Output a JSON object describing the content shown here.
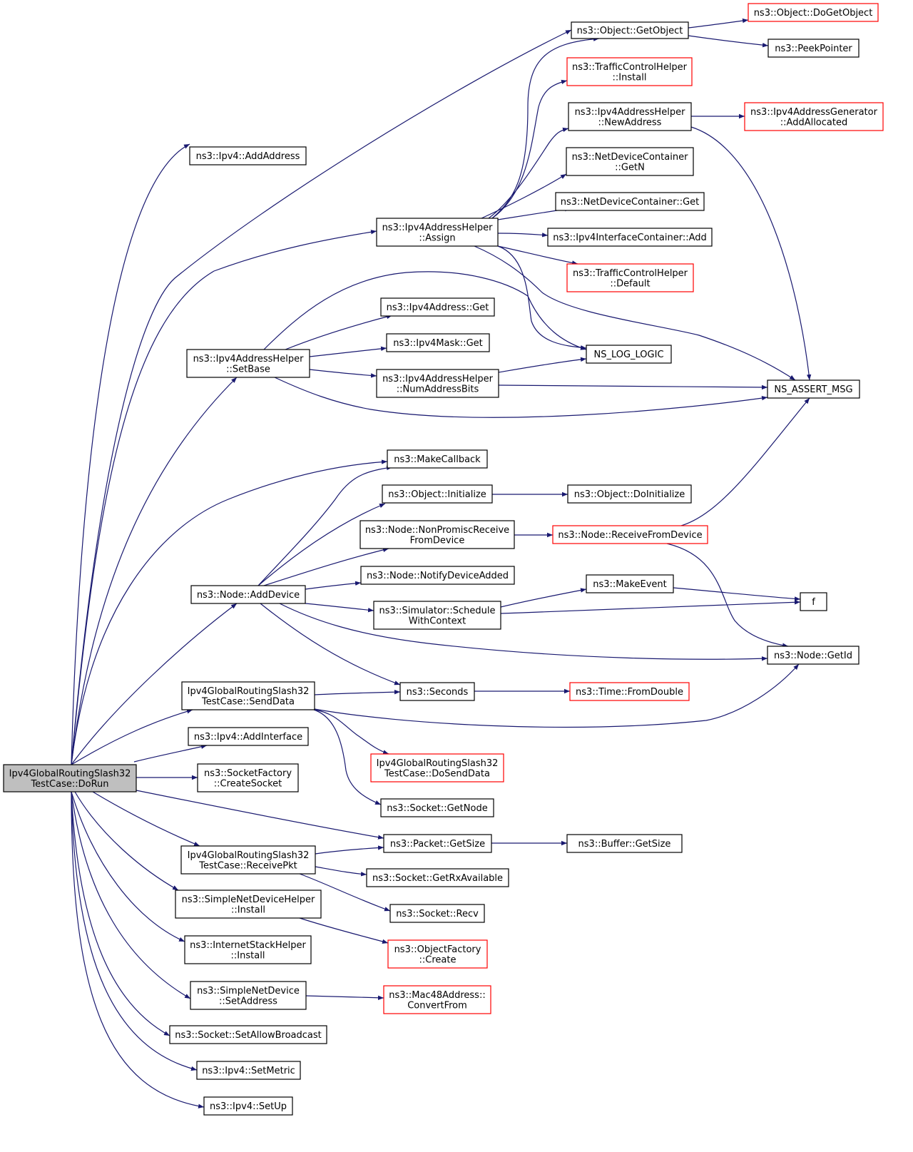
{
  "colors": {
    "edge": "#191970",
    "node_border": "#000000",
    "node_border_truncated": "#ff0000",
    "root_fill": "#bfbfbf",
    "node_fill": "#ffffff",
    "text": "#000000"
  },
  "nodes": [
    {
      "id": "root",
      "lines": [
        "Ipv4GlobalRoutingSlash32",
        "TestCase::DoRun"
      ],
      "style": "root"
    },
    {
      "id": "getobject",
      "lines": [
        "ns3::Object::GetObject"
      ],
      "style": "normal"
    },
    {
      "id": "dogetobject",
      "lines": [
        "ns3::Object::DoGetObject"
      ],
      "style": "truncated"
    },
    {
      "id": "peekpointer",
      "lines": [
        "ns3::PeekPointer"
      ],
      "style": "normal"
    },
    {
      "id": "tchinstall",
      "lines": [
        "ns3::TrafficControlHelper",
        "::Install"
      ],
      "style": "truncated"
    },
    {
      "id": "newaddress",
      "lines": [
        "ns3::Ipv4AddressHelper",
        "::NewAddress"
      ],
      "style": "normal"
    },
    {
      "id": "addallocated",
      "lines": [
        "ns3::Ipv4AddressGenerator",
        "::AddAllocated"
      ],
      "style": "truncated"
    },
    {
      "id": "ipv4addaddress",
      "lines": [
        "ns3::Ipv4::AddAddress"
      ],
      "style": "normal"
    },
    {
      "id": "ndcgetn",
      "lines": [
        "ns3::NetDeviceContainer",
        "::GetN"
      ],
      "style": "normal"
    },
    {
      "id": "ndcget",
      "lines": [
        "ns3::NetDeviceContainer::Get"
      ],
      "style": "normal"
    },
    {
      "id": "assign",
      "lines": [
        "ns3::Ipv4AddressHelper",
        "::Assign"
      ],
      "style": "normal"
    },
    {
      "id": "iicadd",
      "lines": [
        "ns3::Ipv4InterfaceContainer::Add"
      ],
      "style": "normal"
    },
    {
      "id": "tchdefault",
      "lines": [
        "ns3::TrafficControlHelper",
        "::Default"
      ],
      "style": "truncated"
    },
    {
      "id": "ipv4addrget",
      "lines": [
        "ns3::Ipv4Address::Get"
      ],
      "style": "normal"
    },
    {
      "id": "ipv4maskget",
      "lines": [
        "ns3::Ipv4Mask::Get"
      ],
      "style": "normal"
    },
    {
      "id": "setbase",
      "lines": [
        "ns3::Ipv4AddressHelper",
        "::SetBase"
      ],
      "style": "normal"
    },
    {
      "id": "nslog",
      "lines": [
        "NS_LOG_LOGIC"
      ],
      "style": "normal"
    },
    {
      "id": "numaddrbits",
      "lines": [
        "ns3::Ipv4AddressHelper",
        "::NumAddressBits"
      ],
      "style": "normal"
    },
    {
      "id": "nsassert",
      "lines": [
        "NS_ASSERT_MSG"
      ],
      "style": "normal"
    },
    {
      "id": "makecallback",
      "lines": [
        "ns3::MakeCallback"
      ],
      "style": "normal"
    },
    {
      "id": "objinit",
      "lines": [
        "ns3::Object::Initialize"
      ],
      "style": "normal"
    },
    {
      "id": "doinit",
      "lines": [
        "ns3::Object::DoInitialize"
      ],
      "style": "normal"
    },
    {
      "id": "nonpromisc",
      "lines": [
        "ns3::Node::NonPromiscReceive",
        "FromDevice"
      ],
      "style": "normal"
    },
    {
      "id": "recvfromdev",
      "lines": [
        "ns3::Node::ReceiveFromDevice"
      ],
      "style": "truncated"
    },
    {
      "id": "notifydev",
      "lines": [
        "ns3::Node::NotifyDeviceAdded"
      ],
      "style": "normal"
    },
    {
      "id": "makeevent",
      "lines": [
        "ns3::MakeEvent"
      ],
      "style": "normal"
    },
    {
      "id": "adddevice",
      "lines": [
        "ns3::Node::AddDevice"
      ],
      "style": "normal"
    },
    {
      "id": "f",
      "lines": [
        "f"
      ],
      "style": "normal"
    },
    {
      "id": "schedctx",
      "lines": [
        "ns3::Simulator::Schedule",
        "WithContext"
      ],
      "style": "normal"
    },
    {
      "id": "nodegetid",
      "lines": [
        "ns3::Node::GetId"
      ],
      "style": "normal"
    },
    {
      "id": "senddata",
      "lines": [
        "Ipv4GlobalRoutingSlash32",
        "TestCase::SendData"
      ],
      "style": "normal"
    },
    {
      "id": "seconds",
      "lines": [
        "ns3::Seconds"
      ],
      "style": "normal"
    },
    {
      "id": "fromdouble",
      "lines": [
        "ns3::Time::FromDouble"
      ],
      "style": "truncated"
    },
    {
      "id": "addinterface",
      "lines": [
        "ns3::Ipv4::AddInterface"
      ],
      "style": "normal"
    },
    {
      "id": "dosenddata",
      "lines": [
        "Ipv4GlobalRoutingSlash32",
        "TestCase::DoSendData"
      ],
      "style": "truncated"
    },
    {
      "id": "createsocket",
      "lines": [
        "ns3::SocketFactory",
        "::CreateSocket"
      ],
      "style": "normal"
    },
    {
      "id": "sockgetnode",
      "lines": [
        "ns3::Socket::GetNode"
      ],
      "style": "normal"
    },
    {
      "id": "pktgetsize",
      "lines": [
        "ns3::Packet::GetSize"
      ],
      "style": "normal"
    },
    {
      "id": "bufgetsize",
      "lines": [
        "ns3::Buffer::GetSize"
      ],
      "style": "normal"
    },
    {
      "id": "receivepkt",
      "lines": [
        "Ipv4GlobalRoutingSlash32",
        "TestCase::ReceivePkt"
      ],
      "style": "normal"
    },
    {
      "id": "getrxavail",
      "lines": [
        "ns3::Socket::GetRxAvailable"
      ],
      "style": "normal"
    },
    {
      "id": "sndhinstall",
      "lines": [
        "ns3::SimpleNetDeviceHelper",
        "::Install"
      ],
      "style": "normal"
    },
    {
      "id": "sockrecv",
      "lines": [
        "ns3::Socket::Recv"
      ],
      "style": "normal"
    },
    {
      "id": "ofcreate",
      "lines": [
        "ns3::ObjectFactory",
        "::Create"
      ],
      "style": "truncated"
    },
    {
      "id": "ishinstall",
      "lines": [
        "ns3::InternetStackHelper",
        "::Install"
      ],
      "style": "normal"
    },
    {
      "id": "sndsetaddr",
      "lines": [
        "ns3::SimpleNetDevice",
        "::SetAddress"
      ],
      "style": "normal"
    },
    {
      "id": "convertfrom",
      "lines": [
        "ns3::Mac48Address::",
        "ConvertFrom"
      ],
      "style": "truncated"
    },
    {
      "id": "setallowbc",
      "lines": [
        "ns3::Socket::SetAllowBroadcast"
      ],
      "style": "normal"
    },
    {
      "id": "setmetric",
      "lines": [
        "ns3::Ipv4::SetMetric"
      ],
      "style": "normal"
    },
    {
      "id": "setup",
      "lines": [
        "ns3::Ipv4::SetUp"
      ],
      "style": "normal"
    }
  ],
  "edges": [
    [
      "root",
      "ipv4addaddress"
    ],
    [
      "root",
      "getobject"
    ],
    [
      "root",
      "assign"
    ],
    [
      "root",
      "setbase"
    ],
    [
      "root",
      "makecallback"
    ],
    [
      "root",
      "adddevice"
    ],
    [
      "root",
      "senddata"
    ],
    [
      "root",
      "addinterface"
    ],
    [
      "root",
      "createsocket"
    ],
    [
      "root",
      "pktgetsize"
    ],
    [
      "root",
      "receivepkt"
    ],
    [
      "root",
      "sndhinstall"
    ],
    [
      "root",
      "ishinstall"
    ],
    [
      "root",
      "sndsetaddr"
    ],
    [
      "root",
      "setallowbc"
    ],
    [
      "root",
      "setmetric"
    ],
    [
      "root",
      "setup"
    ],
    [
      "getobject",
      "dogetobject"
    ],
    [
      "getobject",
      "peekpointer"
    ],
    [
      "assign",
      "getobject"
    ],
    [
      "assign",
      "tchinstall"
    ],
    [
      "assign",
      "newaddress"
    ],
    [
      "assign",
      "ndcgetn"
    ],
    [
      "assign",
      "ndcget"
    ],
    [
      "assign",
      "iicadd"
    ],
    [
      "assign",
      "tchdefault"
    ],
    [
      "assign",
      "nslog"
    ],
    [
      "assign",
      "nsassert"
    ],
    [
      "newaddress",
      "addallocated"
    ],
    [
      "newaddress",
      "nsassert"
    ],
    [
      "setbase",
      "ipv4addrget"
    ],
    [
      "setbase",
      "ipv4maskget"
    ],
    [
      "setbase",
      "numaddrbits"
    ],
    [
      "setbase",
      "nslog"
    ],
    [
      "setbase",
      "nsassert"
    ],
    [
      "numaddrbits",
      "nslog"
    ],
    [
      "numaddrbits",
      "nsassert"
    ],
    [
      "adddevice",
      "makecallback"
    ],
    [
      "adddevice",
      "objinit"
    ],
    [
      "adddevice",
      "nonpromisc"
    ],
    [
      "adddevice",
      "notifydev"
    ],
    [
      "adddevice",
      "schedctx"
    ],
    [
      "adddevice",
      "nodegetid"
    ],
    [
      "adddevice",
      "seconds"
    ],
    [
      "objinit",
      "doinit"
    ],
    [
      "nonpromisc",
      "recvfromdev"
    ],
    [
      "recvfromdev",
      "nsassert"
    ],
    [
      "recvfromdev",
      "nodegetid"
    ],
    [
      "schedctx",
      "makeevent"
    ],
    [
      "schedctx",
      "f"
    ],
    [
      "makeevent",
      "f"
    ],
    [
      "senddata",
      "seconds"
    ],
    [
      "senddata",
      "nodegetid"
    ],
    [
      "senddata",
      "dosenddata"
    ],
    [
      "senddata",
      "sockgetnode"
    ],
    [
      "seconds",
      "fromdouble"
    ],
    [
      "pktgetsize",
      "bufgetsize"
    ],
    [
      "receivepkt",
      "pktgetsize"
    ],
    [
      "receivepkt",
      "getrxavail"
    ],
    [
      "receivepkt",
      "sockrecv"
    ],
    [
      "sndhinstall",
      "ofcreate"
    ],
    [
      "sndsetaddr",
      "convertfrom"
    ]
  ]
}
